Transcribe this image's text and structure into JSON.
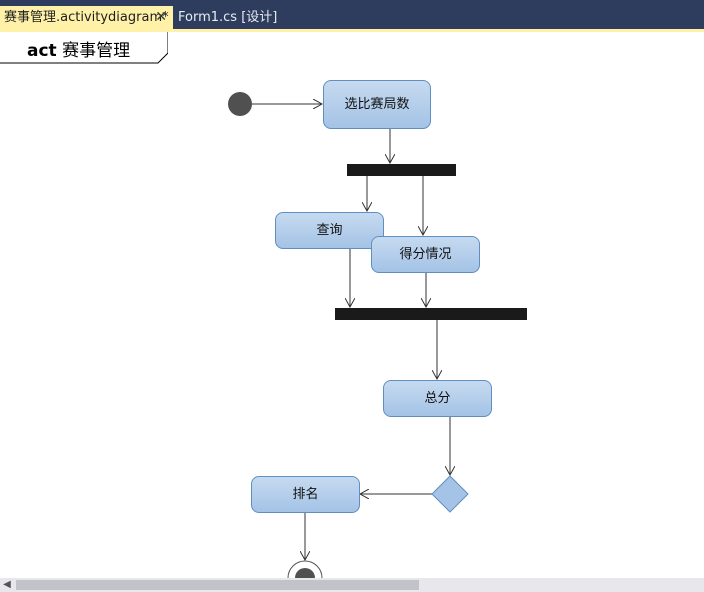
{
  "tabs": [
    {
      "label": "赛事管理.activitydiagram*",
      "active": true,
      "close": "✕"
    },
    {
      "label": "Form1.cs [设计]",
      "active": false
    }
  ],
  "diagram": {
    "keyword": "act",
    "name": "赛事管理"
  },
  "nodes": {
    "select": "选比赛局数",
    "query": "查询",
    "score": "得分情况",
    "total": "总分",
    "rank": "排名"
  },
  "colors": {
    "tabbar": "#2e3d5e",
    "active_tab": "#fff2a8",
    "node_fill": "#a4c3e6",
    "node_border": "#5f8fc0",
    "bar": "#1a1a1a",
    "initial": "#505050"
  },
  "icons": {
    "scroll_left": "◀"
  }
}
